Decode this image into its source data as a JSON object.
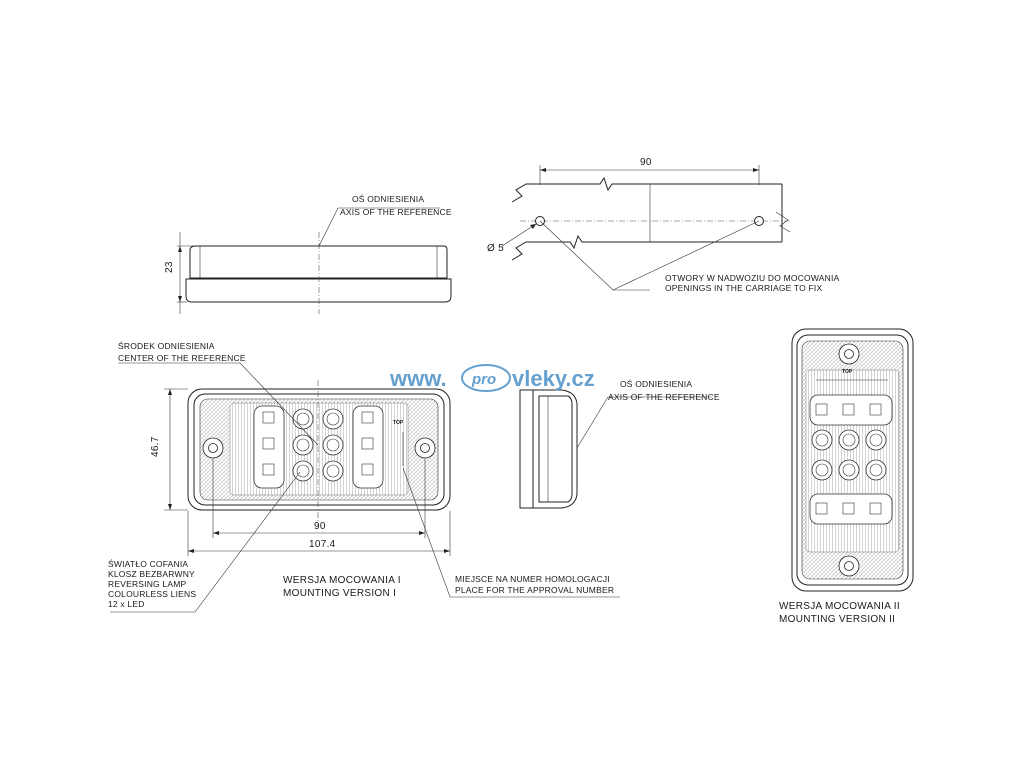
{
  "side_view": {
    "axis_label_pl": "OŚ ODNIESIENIA",
    "axis_label_en": "AXIS OF THE REFERENCE",
    "height_dim": "23"
  },
  "carriage_view": {
    "width_dim": "90",
    "hole_dim": "Ø 5",
    "openings_pl": "OTWORY W NADWOZIU DO MOCOWANIA",
    "openings_en": "OPENINGS IN THE CARRIAGE TO FIX"
  },
  "front_view": {
    "center_pl": "ŚRODEK ODNIESIENIA",
    "center_en": "CENTER OF THE REFERENCE",
    "height_dim": "46.7",
    "hole_spacing_dim": "90",
    "total_width_dim": "107.4",
    "top_mark": "TOP",
    "lamp_pl_1": "ŚWIATŁO COFANIA",
    "lamp_pl_2": "KLOSZ BEZBARWNY",
    "lamp_en_1": "REVERSING LAMP",
    "lamp_en_2": "COLOURLESS LIENS",
    "led_count": "12 x LED",
    "version_pl": "WERSJA MOCOWANIA I",
    "version_en": "MOUNTING VERSION I",
    "approval_pl": "MIEJSCE NA NUMER HOMOLOGACJI",
    "approval_en": "PLACE FOR THE APPROVAL NUMBER"
  },
  "profile_view": {
    "axis_label_pl": "OŚ ODNIESIENIA",
    "axis_label_en": "AXIS OF THE REFERENCE"
  },
  "vertical_view": {
    "top_mark": "TOP",
    "version_pl": "WERSJA MOCOWANIA II",
    "version_en": "MOUNTING VERSION II"
  },
  "watermark": {
    "left": "www.",
    "middle": "pro",
    "right": "vleky.cz",
    "color": "#4a90c8"
  }
}
